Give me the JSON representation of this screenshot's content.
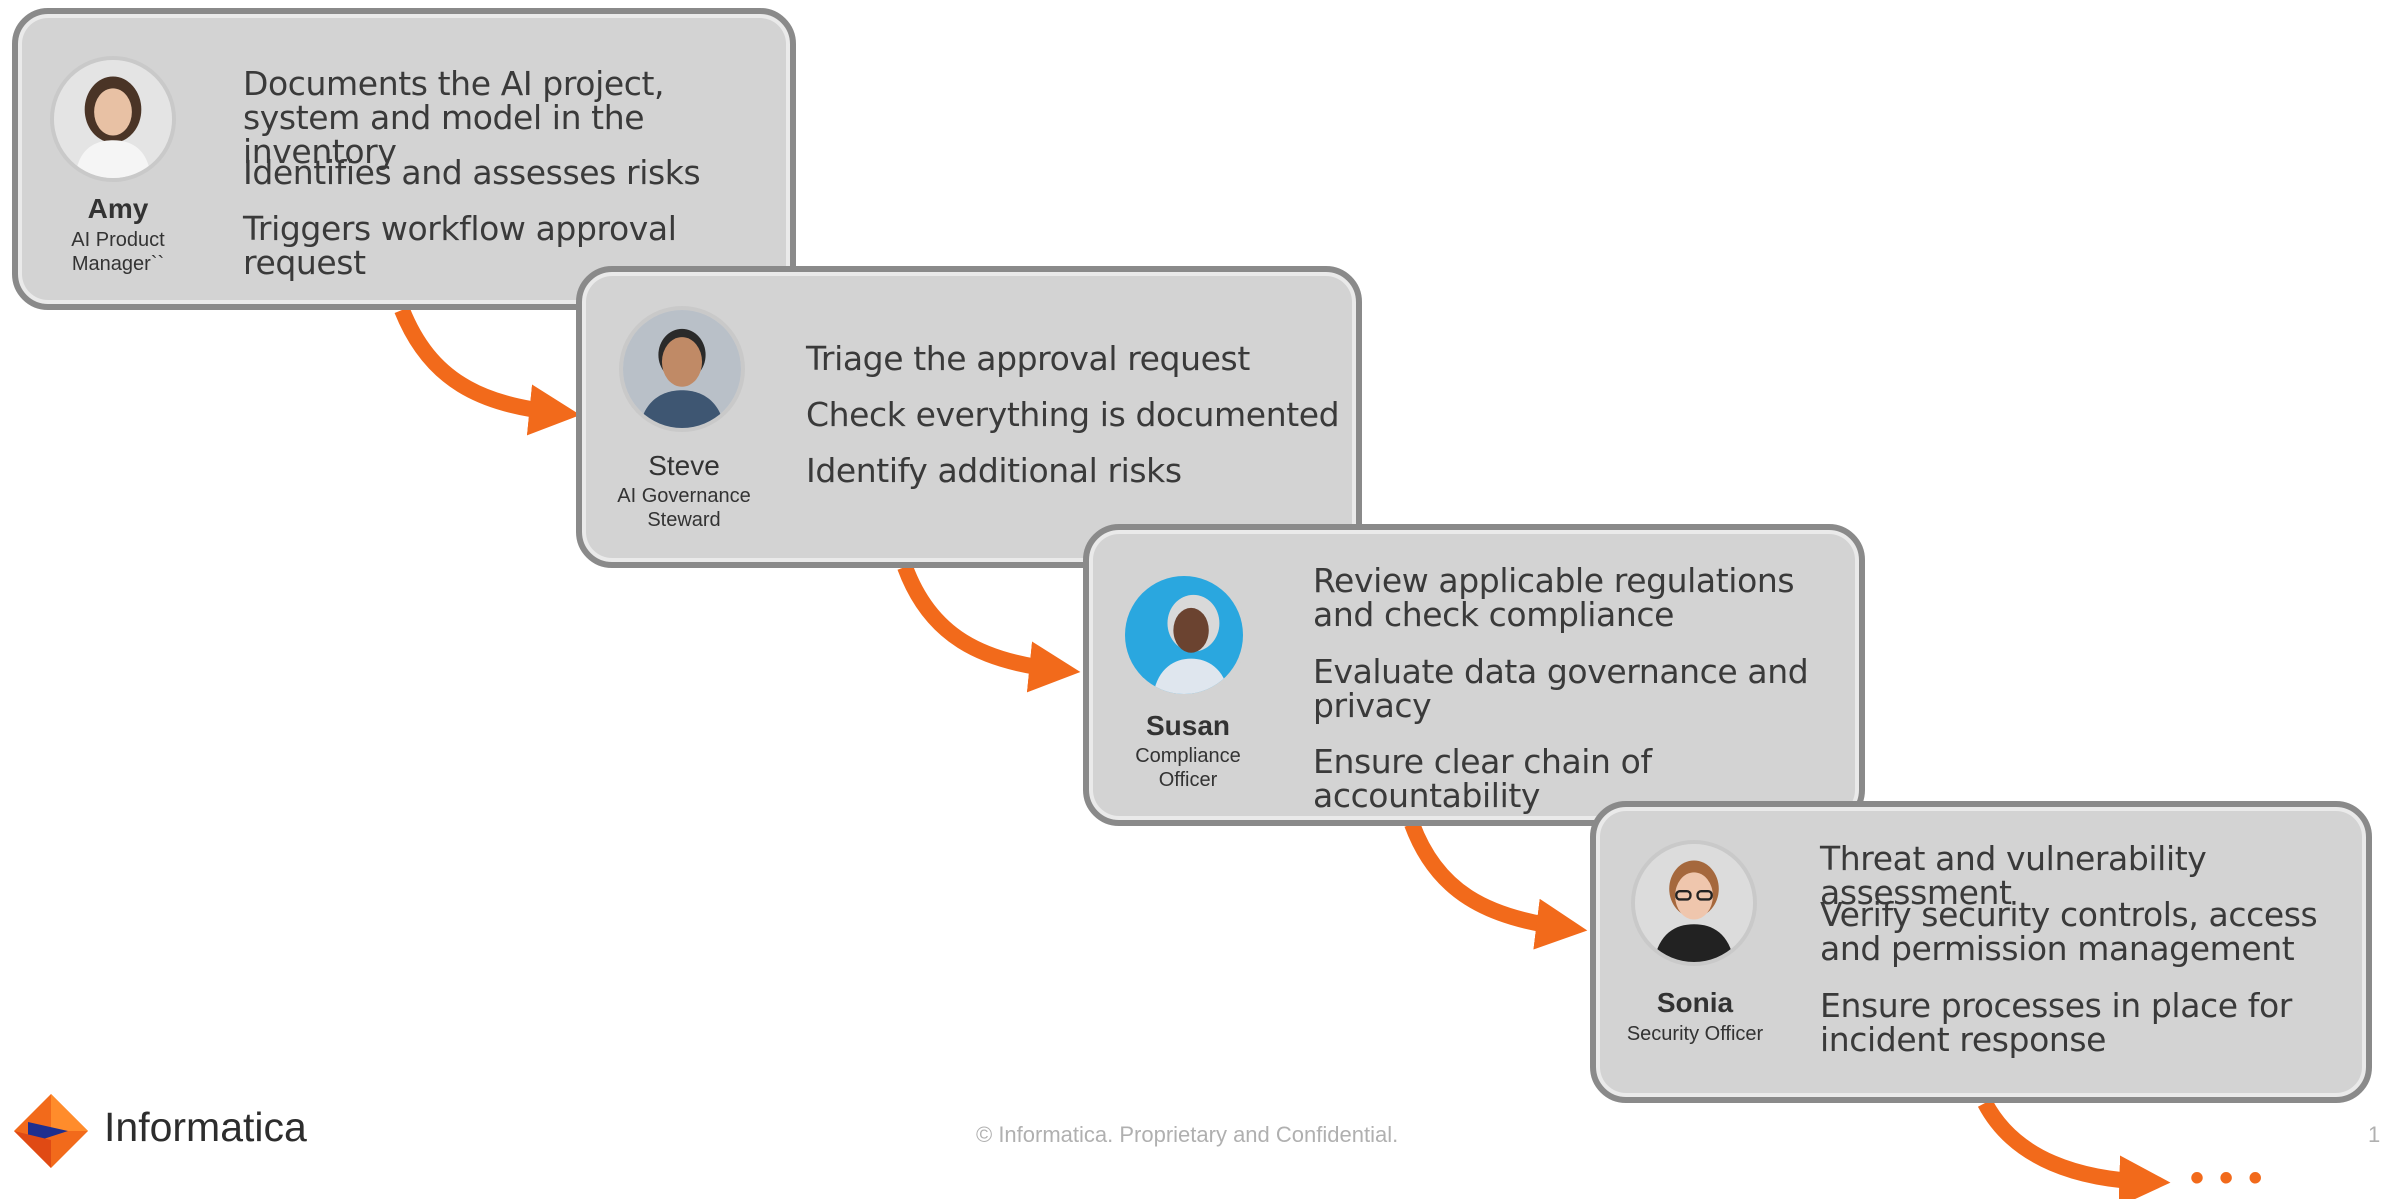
{
  "steps": [
    {
      "name": "Amy",
      "role": "AI Product Manager``",
      "tasks": [
        "Documents the AI project, system and model in the inventory",
        "Identifies and assesses risks",
        "Triggers workflow approval request"
      ]
    },
    {
      "name": "Steve",
      "role": "AI Governance Steward",
      "tasks": [
        "Triage the approval request",
        "Check everything is documented",
        "Identify additional risks"
      ]
    },
    {
      "name": "Susan",
      "role": "Compliance Officer",
      "tasks": [
        "Review applicable regulations and check compliance",
        "Evaluate data governance and privacy",
        "Ensure clear chain of accountability"
      ]
    },
    {
      "name": "Sonia",
      "role": "Security Officer",
      "tasks": [
        "Threat and vulnerability assessment",
        "Verify security controls, access and permission management",
        "Ensure processes in place for incident response"
      ]
    }
  ],
  "footer": {
    "brand": "Informatica",
    "copyright": "© Informatica. Proprietary and Confidential.",
    "page_number": "1"
  },
  "continuation": "• • •",
  "colors": {
    "arrow": "#f26a1b",
    "card_bg": "#d3d3d3",
    "card_border": "#8a8a8a"
  }
}
